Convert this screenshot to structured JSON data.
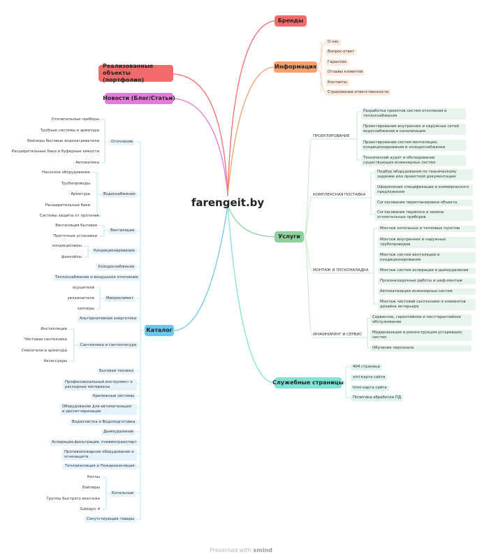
{
  "center": "farengeit.by",
  "colors": {
    "brands": "#f26b6b",
    "info": "#f6a06b",
    "portfolio": "#f26b6b",
    "news": "#e57ad9",
    "services": "#8fd19e",
    "service_pages": "#7fe3d6",
    "catalog": "#6cc7ef"
  },
  "main": {
    "brands": "Бренды",
    "info": "Информация",
    "portfolio": "Реализованные объекты (портфолио)",
    "news": "Новости (Блог/Статьи)",
    "services": "Услуги",
    "service_pages": "Служебные страницы",
    "catalog": "Каталог"
  },
  "info_items": [
    "О нас",
    "Вопрос-ответ",
    "Гарантия",
    "Отзывы клиентов",
    "Контакты",
    "Страхование ответственности"
  ],
  "services": {
    "design": {
      "label": "ПРОЕКТИРОВАНИЕ",
      "items": [
        "Разработка проектов систем отопления и теплоснабжения",
        "Проектирование внутренних и наружных сетей водоснабжения и канализации",
        "Проектирование систем вентиляции, кондиционирования и холодоснабжения",
        "Технический аудит и обследование существующих инженерных систем"
      ]
    },
    "supply": {
      "label": "КОМПЛЕКСНАЯ ПОСТАВКА",
      "items": [
        "Подбор оборудования по техническому заданию или проектной документации",
        "Оформление спецификации и коммерческого предложения",
        "Согласование перепланировки объекта",
        "Согласование переноса и замена отопительных приборов"
      ]
    },
    "install": {
      "label": "МОНТАЖ И ПУСКОНАЛАДКА",
      "items": [
        "Монтаж котельных и тепловых пунктов",
        "Монтаж внутренних и наружных трубопроводов",
        "Монтаж систем вентиляции и кондиционирования",
        "Монтаж систем аспирации и дымоудаления",
        "Пусконаладочные работы и шеф-монтаж",
        "Автоматизация инженерных систем",
        "Монтаж чистовой сантехники и элементов дизайна интерьера"
      ]
    },
    "engineering": {
      "label": "ИНЖИНИРИНГ И СЕРВИС",
      "items": [
        "Сервисное, гарантийное и постгарантийное обслуживание",
        "Модернизация и реконструкция устаревших систем",
        "Обучение персонала"
      ]
    }
  },
  "service_pages_items": [
    "404 страница",
    "xml-карта сайта",
    "html-карта сайта",
    "Политика обработки ПД"
  ],
  "catalog": {
    "heating": {
      "label": "Отопление",
      "items": [
        "Отопительные приборы",
        "Трубные системы и арматура",
        "Бойлеры бытовые водонагреватели",
        "Расширительные баки и буферные емкости",
        "Автоматика"
      ]
    },
    "water": {
      "label": "Водоснабжение",
      "items": [
        "Насосное оборудование",
        "Трубопроводы",
        "Арматура",
        "Расширительные баки",
        "Системы защиты от протечек"
      ]
    },
    "vent": {
      "label": "Вентиляция",
      "items": [
        "Вентиляция бытовая",
        "Приточные установки"
      ]
    },
    "cond": {
      "label": "Кондиционирование",
      "items": [
        "кондиционеры",
        "фанкойлы"
      ]
    },
    "cold": {
      "label": "Холодоснабжение"
    },
    "heatsupply": {
      "label": "Теплоснабжение и воздушное отопление"
    },
    "micro": {
      "label": "Микроклимат",
      "items": [
        "осушители",
        "увлажнители",
        "чиллеры"
      ]
    },
    "alt": {
      "label": "Альтернативная энергетика"
    },
    "plumbing": {
      "label": "Сантехника и сантехпосуда",
      "items": [
        "Инсталляции",
        "Чистовая сантехника",
        "Смесители и арматура",
        "Аксессуары"
      ]
    },
    "household": {
      "label": "Бытовая техника"
    },
    "tools": {
      "label": "Профессиональный инструмент и расходные материалы"
    },
    "fasteners": {
      "label": "Крепежные системы"
    },
    "automation": {
      "label": "Оборудование для автоматизации и диспетчеризации"
    },
    "watertreat": {
      "label": "Водоочистка и Водоподготовка"
    },
    "smoke": {
      "label": "Дымоудаление"
    },
    "aspiration": {
      "label": "Аспирация,фильтрация, пневмотранспорт"
    },
    "fire": {
      "label": "Противопожарное оборудование и огнезащита"
    },
    "insulation": {
      "label": "Теплоизоляция и Пожароизоляция"
    },
    "boiler": {
      "label": "Котельные",
      "items": [
        "Котлы",
        "Бойлеры",
        "Группы быстрого монтажа",
        "Subtopic 4"
      ]
    },
    "related": {
      "label": "Сопутствующие товары"
    }
  },
  "footer": {
    "prefix": "Presented with",
    "brand": "xmind"
  }
}
